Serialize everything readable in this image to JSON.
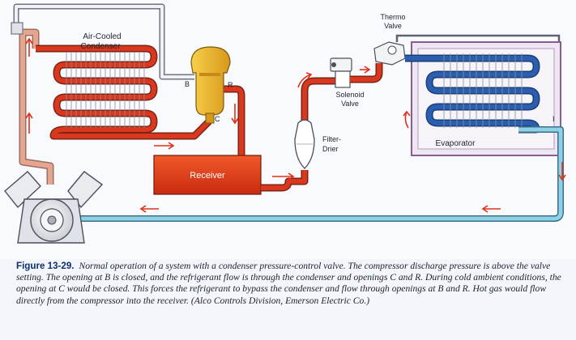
{
  "labels": {
    "condenser": [
      "Air-Cooled",
      "Condenser"
    ],
    "port_b": "B",
    "port_r": "R",
    "port_c": "C",
    "receiver": "Receiver",
    "filter": [
      "Filter-",
      "Drier"
    ],
    "solenoid": [
      "Solenoid",
      "Valve"
    ],
    "thermo": [
      "Thermo",
      "Valve"
    ],
    "evaporator": "Evaporator",
    "port_i": "I"
  },
  "caption": {
    "figure": "Figure 13-29.",
    "text": "Normal operation of a system with a condenser pressure-control valve. The compressor discharge pressure is above the valve setting. The opening at B is closed, and the refrigerant flow is through the condenser and openings C and R. During cold ambient conditions, the opening at C would be closed. This forces the refrigerant to bypass the condenser and flow through openings at B and R. Hot gas would flow directly from the compressor into the receiver. (Alco Controls Division, Emerson Electric Co.)"
  },
  "colors": {
    "hot_line": "#d9381e",
    "cold_line": "#2a5fb0",
    "suction_line": "#8fd1e6",
    "receiver": "#e8381c",
    "valve": "#f2b72a",
    "discharge": "#e6a58f"
  }
}
